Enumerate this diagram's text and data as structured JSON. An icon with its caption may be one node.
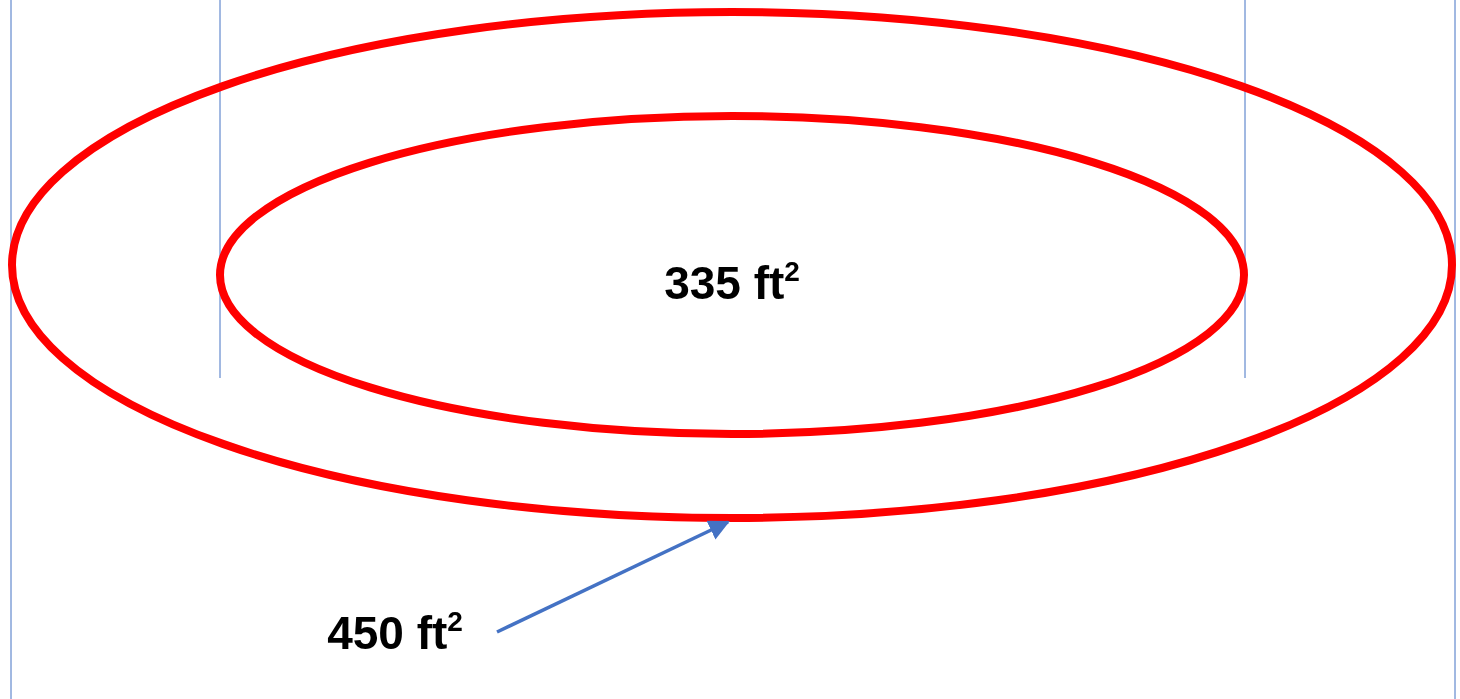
{
  "diagram": {
    "nodes": [
      {
        "text": [],
        "shape": "ellipse"
      },
      {
        "text": [
          "335 ft$^{2}$"
        ],
        "in": 0
      },
      {
        "text": [
          "450 ft$^{2}$"
        ]
      }
    ],
    "edges": [
      {
        "from": 2,
        "to": 0,
        "arrow": "to",
        "color": "#4472c4"
      }
    ]
  }
}
